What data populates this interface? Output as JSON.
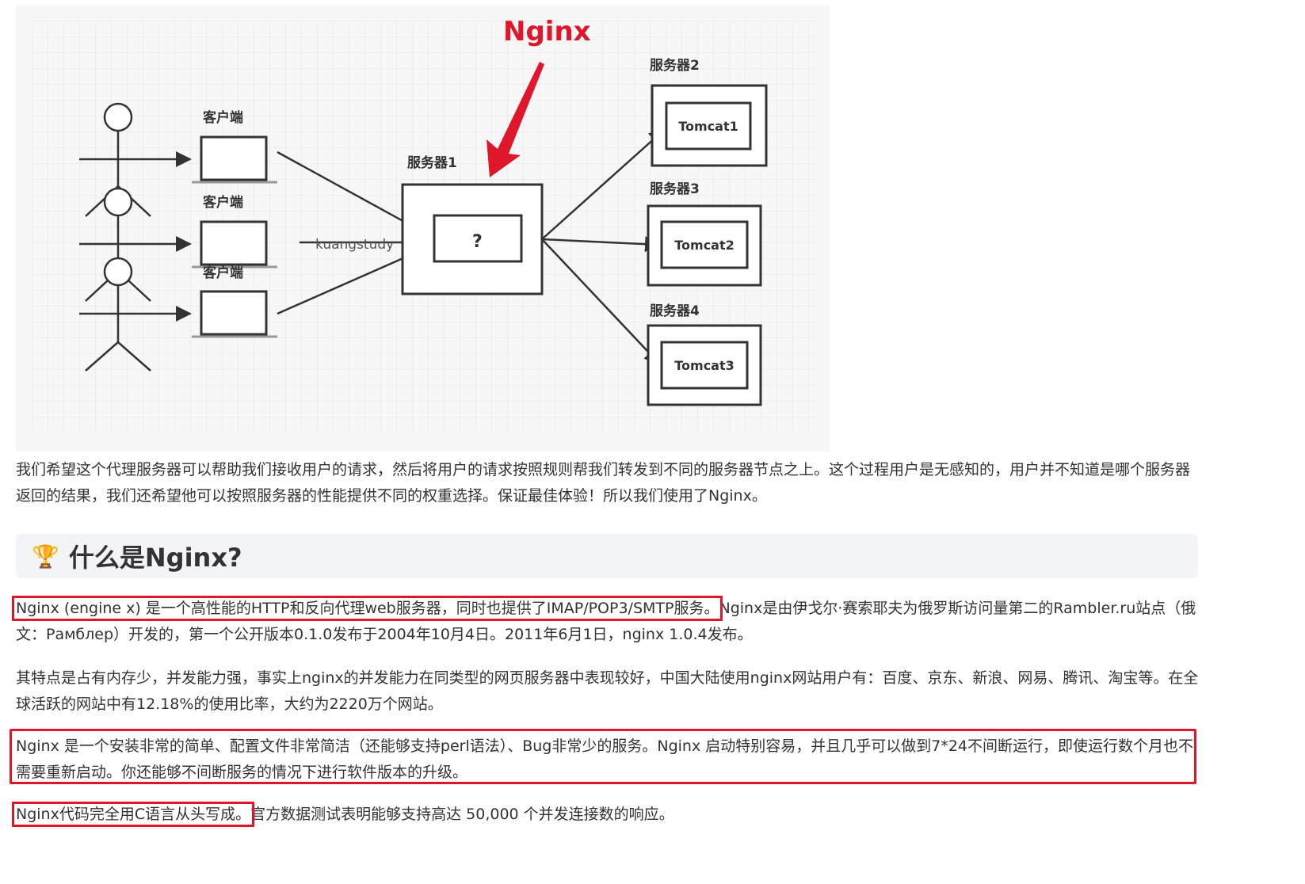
{
  "diagram": {
    "title": "Nginx",
    "client_label": "客户端",
    "server1_label": "服务器1",
    "server2_label": "服务器2",
    "server3_label": "服务器3",
    "server4_label": "服务器4",
    "proxy_symbol": "?",
    "tomcat1": "Tomcat1",
    "tomcat2": "Tomcat2",
    "tomcat3": "Tomcat3",
    "watermark": "kuangstudy",
    "accent_color": "#e0162b"
  },
  "paragraph1": "我们希望这个代理服务器可以帮助我们接收用户的请求，然后将用户的请求按照规则帮我们转发到不同的服务器节点之上。这个过程用户是无感知的，用户并不知道是哪个服务器返回的结果，我们还希望他可以按照服务器的性能提供不同的权重选择。保证最佳体验！所以我们使用了Nginx。",
  "heading": {
    "icon": "trophy-icon",
    "icon_glyph": "🏆",
    "text": "什么是Nginx?"
  },
  "paragraph2": {
    "highlight": "Nginx (engine x) 是一个高性能的HTTP和反向代理web服务器，同时也提供了IMAP/POP3/SMTP服务。",
    "rest": "Nginx是由伊戈尔·赛索耶夫为俄罗斯访问量第二的Rambler.ru站点（俄文：Рамблер）开发的，第一个公开版本0.1.0发布于2004年10月4日。2011年6月1日，nginx 1.0.4发布。"
  },
  "paragraph3": "其特点是占有内存少，并发能力强，事实上nginx的并发能力在同类型的网页服务器中表现较好，中国大陆使用nginx网站用户有：百度、京东、新浪、网易、腾讯、淘宝等。在全球活跃的网站中有12.18%的使用比率，大约为2220万个网站。",
  "paragraph4": "Nginx 是一个安装非常的简单、配置文件非常简洁（还能够支持perl语法）、Bug非常少的服务。Nginx 启动特别容易，并且几乎可以做到7*24不间断运行，即使运行数个月也不需要重新启动。你还能够不间断服务的情况下进行软件版本的升级。",
  "paragraph5": {
    "highlight": "Nginx代码完全用C语言从头写成。",
    "rest": "官方数据测试表明能够支持高达 50,000 个并发连接数的响应。"
  }
}
